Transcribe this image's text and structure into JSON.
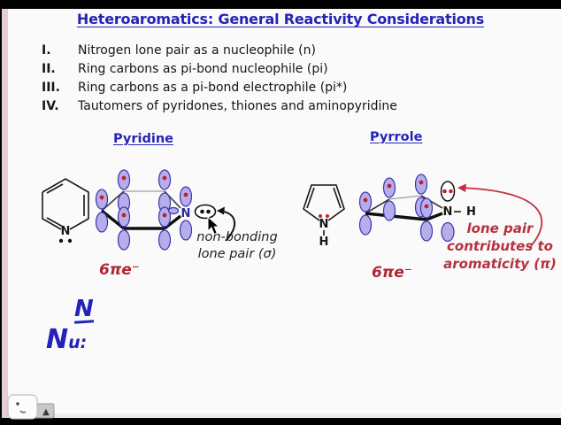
{
  "title": {
    "text": "Heteroaromatics: General Reactivity Considerations"
  },
  "outline": {
    "items": [
      {
        "numeral": "I.",
        "text": "Nitrogen lone pair as a nucleophile (n)"
      },
      {
        "numeral": "II.",
        "text": "Ring carbons as pi-bond nucleophile (pi)"
      },
      {
        "numeral": "III.",
        "text": "Ring carbons as a pi-bond electrophile (pi*)"
      },
      {
        "numeral": "IV.",
        "text": "Tautomers of pyridones, thiones and aminopyridine"
      }
    ]
  },
  "pyridine": {
    "heading": "Pyridine",
    "nitrogen_label": "N",
    "electron_count": "6πe⁻",
    "annotation": {
      "line1": "non-bonding",
      "line2": "lone pair (σ)"
    }
  },
  "pyrrole": {
    "heading": "Pyrrole",
    "nitrogen_label": "N",
    "hydrogen_label": "H",
    "electron_count": "6πe⁻",
    "annotation": {
      "line1": "lone pair",
      "line2": "contributes to",
      "line3": "aromaticity (π)"
    }
  },
  "handwriting": {
    "line1": "N",
    "line2_main": "N",
    "line2_sub": "u:"
  },
  "toolbar": {
    "nav_icon": "▲"
  },
  "colors": {
    "title_blue": "#2424b8",
    "ink_blue": "#2323bb",
    "annotation_red": "#b5323f",
    "electron_red": "#b02535",
    "orbital_fill": "#b6aeea",
    "orbital_stroke": "#3c34ad",
    "letterbox": "#000000",
    "slide_bg": "#fbfafa",
    "border_pink": "#e3cfd4"
  }
}
